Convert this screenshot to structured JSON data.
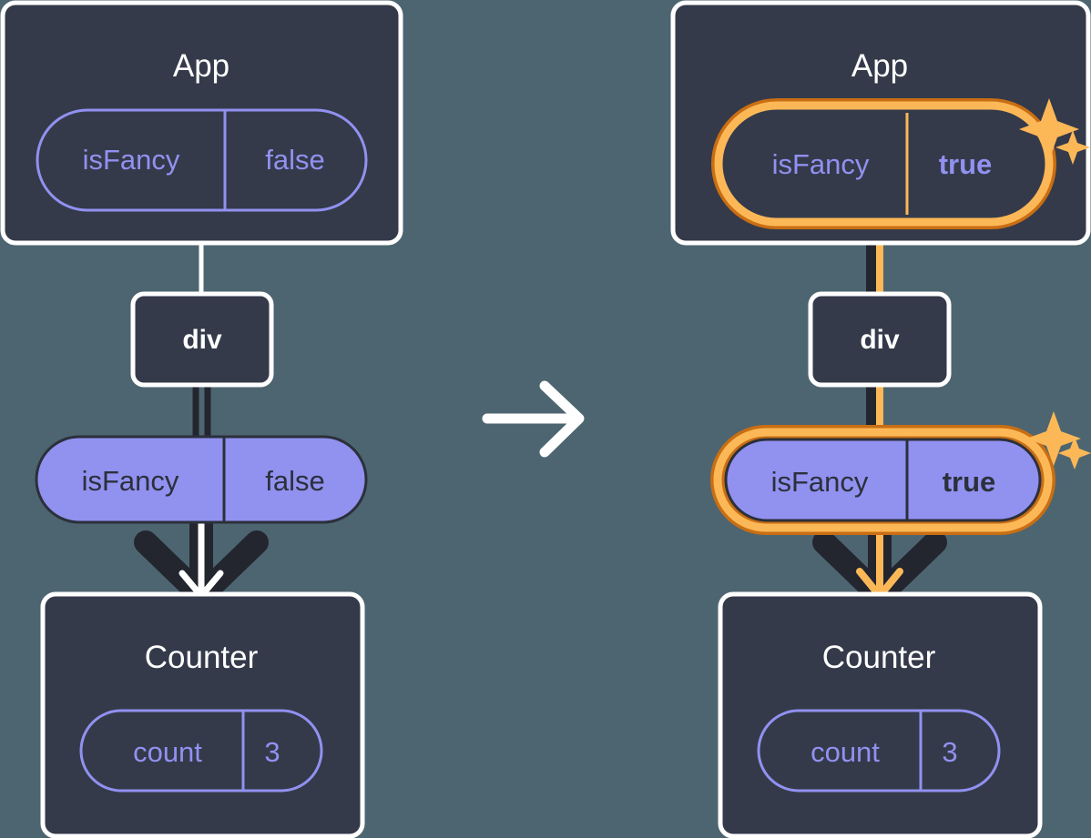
{
  "diagram": {
    "title": "React state update propagation diagram",
    "background_color": "#4d6570",
    "transition_arrow_icon": "arrow-right-icon",
    "panels": [
      {
        "id": "before",
        "app": {
          "label": "App",
          "box_style": "outlined-dark",
          "state_pill": {
            "key": "isFancy",
            "value": "false",
            "style": "outlined",
            "highlighted": false
          }
        },
        "div": {
          "label": "div",
          "box_style": "outlined-dark"
        },
        "prop_pill": {
          "key": "isFancy",
          "value": "false",
          "style": "filled",
          "highlighted": false
        },
        "counter": {
          "label": "Counter",
          "box_style": "outlined-dark",
          "state_pill": {
            "key": "count",
            "value": "3",
            "style": "outlined",
            "highlighted": false
          }
        },
        "sparkles": false
      },
      {
        "id": "after",
        "app": {
          "label": "App",
          "box_style": "outlined-dark",
          "state_pill": {
            "key": "isFancy",
            "value": "true",
            "style": "outlined",
            "highlighted": true
          }
        },
        "div": {
          "label": "div",
          "box_style": "outlined-dark"
        },
        "prop_pill": {
          "key": "isFancy",
          "value": "true",
          "style": "filled",
          "highlighted": true
        },
        "counter": {
          "label": "Counter",
          "box_style": "outlined-dark",
          "state_pill": {
            "key": "count",
            "value": "3",
            "style": "outlined",
            "highlighted": false
          }
        },
        "sparkles": true
      }
    ],
    "colors": {
      "background": "#4d6570",
      "box_fill": "#343a4a",
      "box_border": "#ffffff",
      "pill_fill": "#9191f0",
      "pill_outline": "#9191f0",
      "highlight_outer": "#c96e13",
      "highlight_inner": "#fcb857",
      "dark_arrow": "#23262f",
      "text_light": "#ffffff",
      "text_dark": "#2b303b"
    }
  }
}
